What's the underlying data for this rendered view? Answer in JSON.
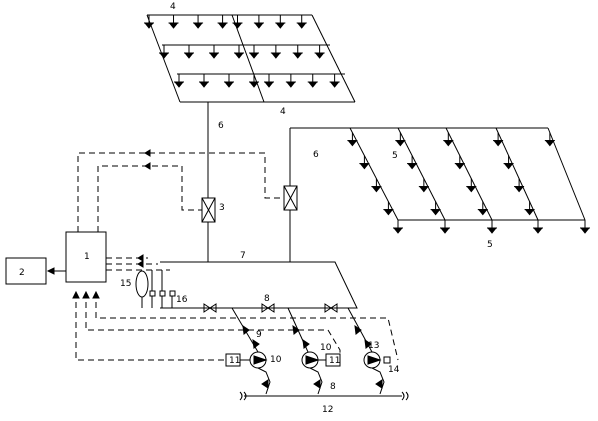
{
  "labels": {
    "sprinkler_group_top": "4",
    "sprinkler_group_bottom": "4",
    "riser_left": "6",
    "riser_right": "6",
    "sprinkler_group_right_mid": "5",
    "sprinkler_group_right_bottom": "5",
    "alarm_valve_left": "3",
    "main_pipe": "7",
    "controller": "1",
    "monitor": "2",
    "pressure_tank": "15",
    "pressure_switch": "16",
    "gate_valve_main": "8",
    "gate_valve_pump": "8",
    "check_valve": "9",
    "pump_left": "10",
    "pump_middle": "10",
    "pump_right": "13",
    "motor_left": "11",
    "motor_middle": "11",
    "flow_switch": "14",
    "suction_pipe": "12"
  }
}
